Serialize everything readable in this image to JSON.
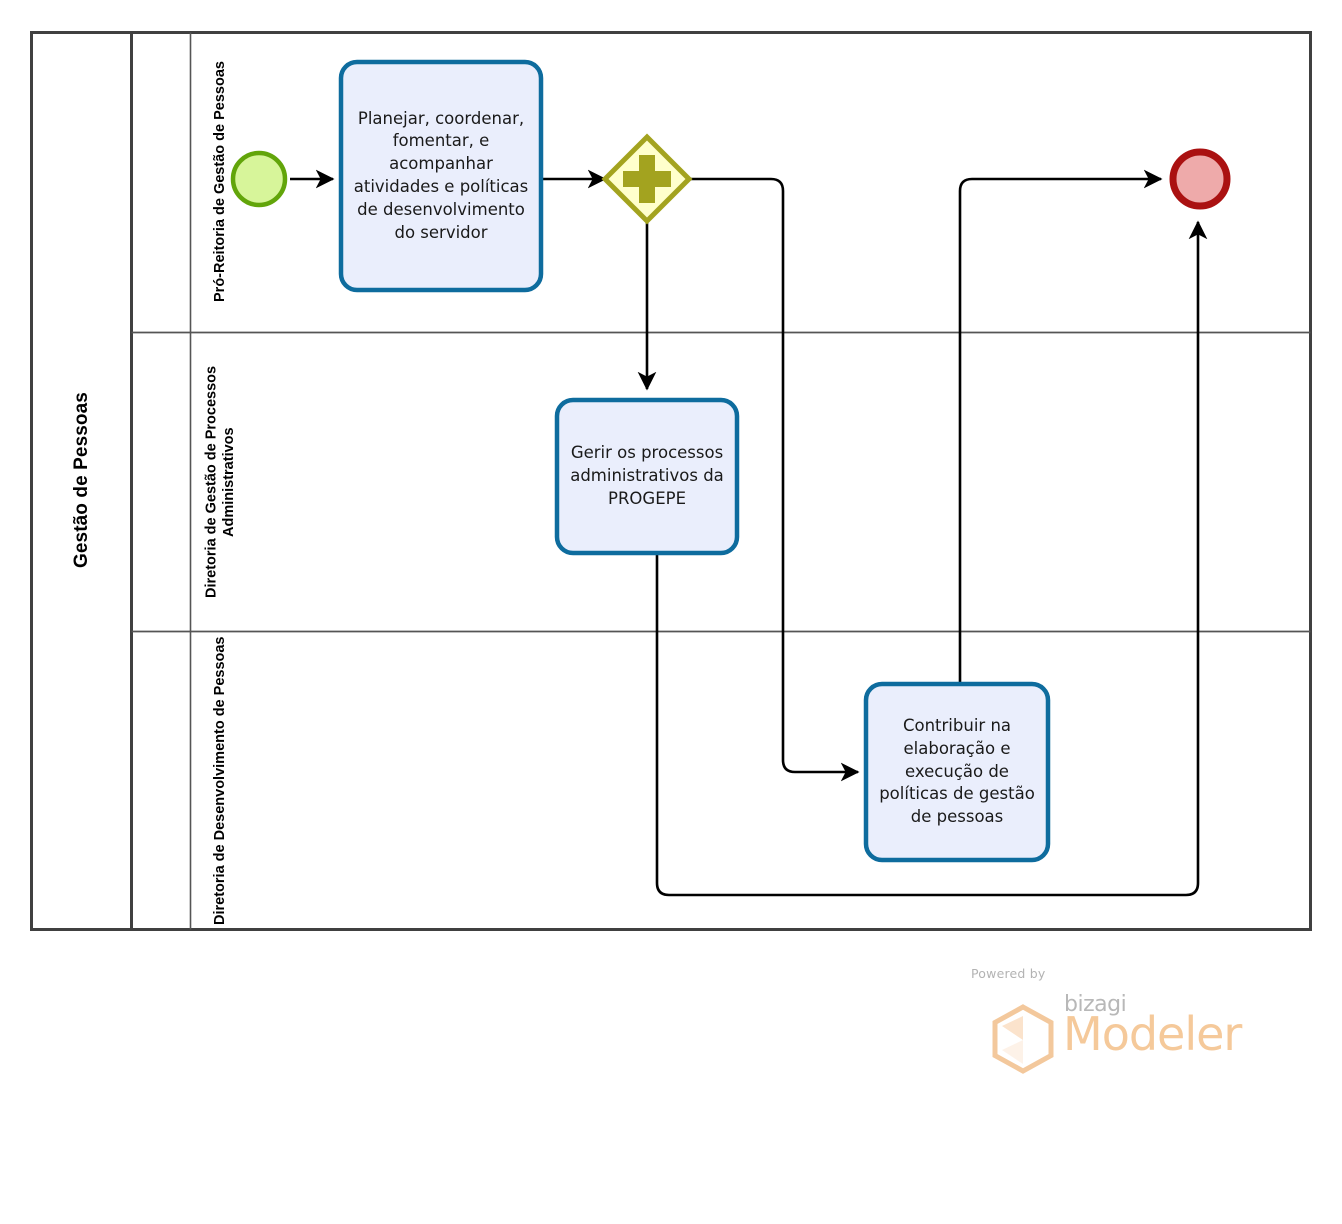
{
  "diagram": {
    "type": "bpmn-process-diagram",
    "pool": {
      "name": "Gestão de Pessoas",
      "lanes": [
        {
          "id": "lane-1",
          "name": "Pró-Reitoria de Gestão de Pessoas"
        },
        {
          "id": "lane-2",
          "name": "Diretoria de Gestão de Processos Administrativos"
        },
        {
          "id": "lane-3",
          "name": "Diretoria de Desenvolvimento de Pessoas"
        }
      ]
    },
    "elements": {
      "start_event": {
        "name": "start-event",
        "lane": "lane-1",
        "fill": "#d7f59a",
        "stroke": "#62a50a"
      },
      "task_1": {
        "name": "Planejar, coordenar, fomentar, e acompanhar atividades e políticas de desenvolvimento do servidor",
        "lane": "lane-1"
      },
      "gateway_1": {
        "name": "parallel-gateway",
        "symbol": "+",
        "lane": "lane-1",
        "fill": "#ffffcc",
        "stroke": "#a3a31f"
      },
      "task_2": {
        "name": "Gerir os processos administrativos da PROGEPE",
        "lane": "lane-2"
      },
      "task_3": {
        "name": "Contribuir na elaboração e execução de políticas de gestão de pessoas",
        "lane": "lane-3"
      },
      "end_event": {
        "name": "end-event",
        "lane": "lane-1",
        "fill": "#eeaaaa",
        "stroke": "#aa1111"
      }
    },
    "colors": {
      "task_fill": "#eaeefc",
      "task_stroke": "#0e6c9e",
      "pool_border": "#404040",
      "lane_divider": "#555555",
      "connector": "#000000"
    }
  },
  "logo": {
    "powered_by": "Powered by",
    "brand": "bizagi",
    "product": "Modeler"
  }
}
